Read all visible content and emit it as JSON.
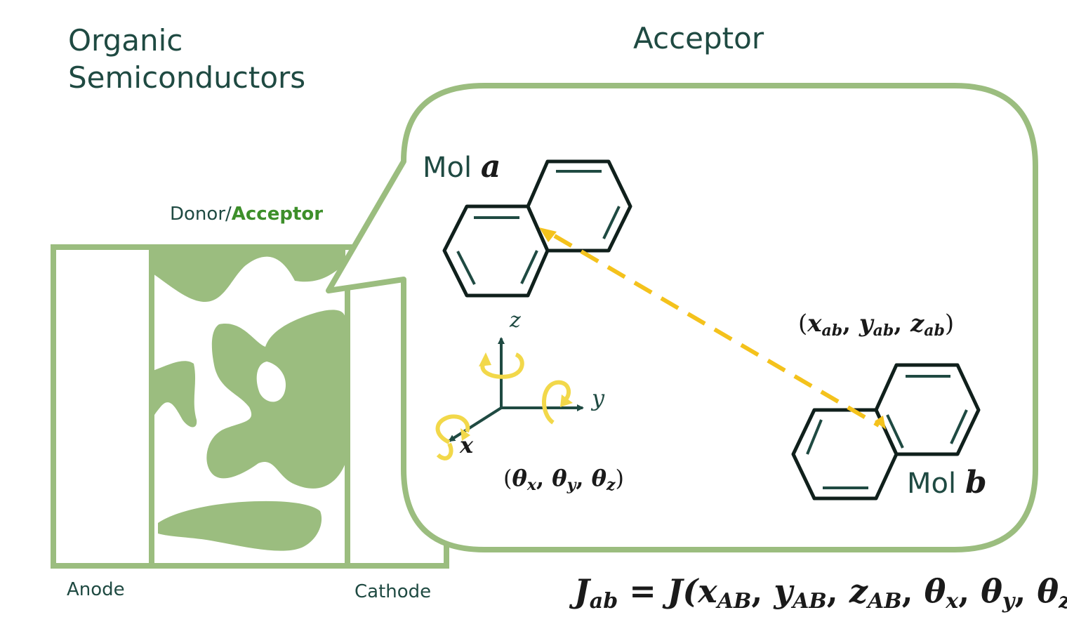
{
  "title": {
    "line1": "Organic",
    "line2": "Semiconductors"
  },
  "zoom_title": "Acceptor",
  "blend": {
    "donor": "Donor/",
    "acceptor": "Acceptor"
  },
  "electrodes": {
    "anode": "Anode",
    "cathode": "Cathode"
  },
  "molecules": {
    "a": {
      "prefix": "Mol ",
      "letter": "a"
    },
    "b": {
      "prefix": "Mol ",
      "letter": "b"
    }
  },
  "axes": {
    "x": "x",
    "y": "y",
    "z": "z"
  },
  "displacement_label": "(x",
  "displacement": {
    "open": "(",
    "x": "x",
    "y": "y",
    "z": "z",
    "sub": "ab",
    "sep": ", ",
    "close": ")"
  },
  "rotation": {
    "open": "(",
    "theta": "θ",
    "sx": "x",
    "sy": "y",
    "sz": "z",
    "sep": ", ",
    "close": ")"
  },
  "equation": {
    "lhs": "J",
    "lhs_sub": "ab",
    "eq": " = ",
    "fn": "J(",
    "x": "x",
    "y": "y",
    "z": "z",
    "sub": "AB",
    "theta": "θ",
    "sx": "x",
    "sy": "y",
    "sz": "z",
    "sep": ", ",
    "close": ")"
  },
  "colors": {
    "green": "#9bbd7f",
    "dark_teal": "#1f4a42",
    "arrow_yellow": "#f4c21c",
    "rotation_yellow": "#f2d84a",
    "bright_green": "#3d8f2a"
  }
}
